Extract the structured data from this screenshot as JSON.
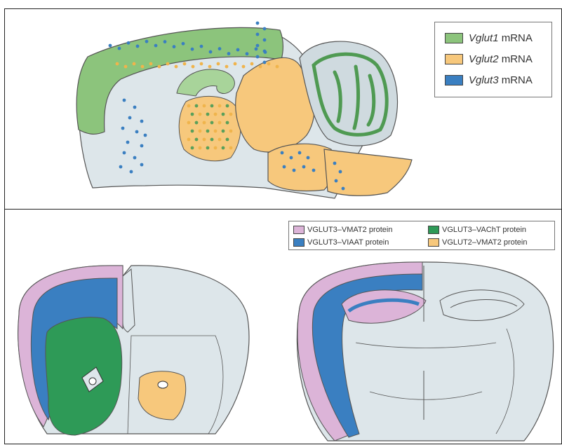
{
  "top_legend": {
    "items": [
      {
        "gene": "Vglut1",
        "suffix": " mRNA",
        "color": "#7fbf6f"
      },
      {
        "gene": "Vglut2",
        "suffix": " mRNA",
        "color": "#f7c87c"
      },
      {
        "gene": "Vglut3",
        "suffix": " mRNA",
        "color": "#3a7fc1"
      }
    ]
  },
  "bottom_legend": {
    "items": [
      {
        "label": "VGLUT3–VMAT2 protein",
        "color": "#dcb4d8"
      },
      {
        "label": "VGLUT3–VAChT protein",
        "color": "#2e9a57"
      },
      {
        "label": "VGLUT3–VIAAT protein",
        "color": "#3a7fc1"
      },
      {
        "label": "VGLUT2–VMAT2 protein",
        "color": "#f7c87c"
      }
    ]
  },
  "colors": {
    "tissue": "#dde6ea",
    "outline": "#555555"
  }
}
